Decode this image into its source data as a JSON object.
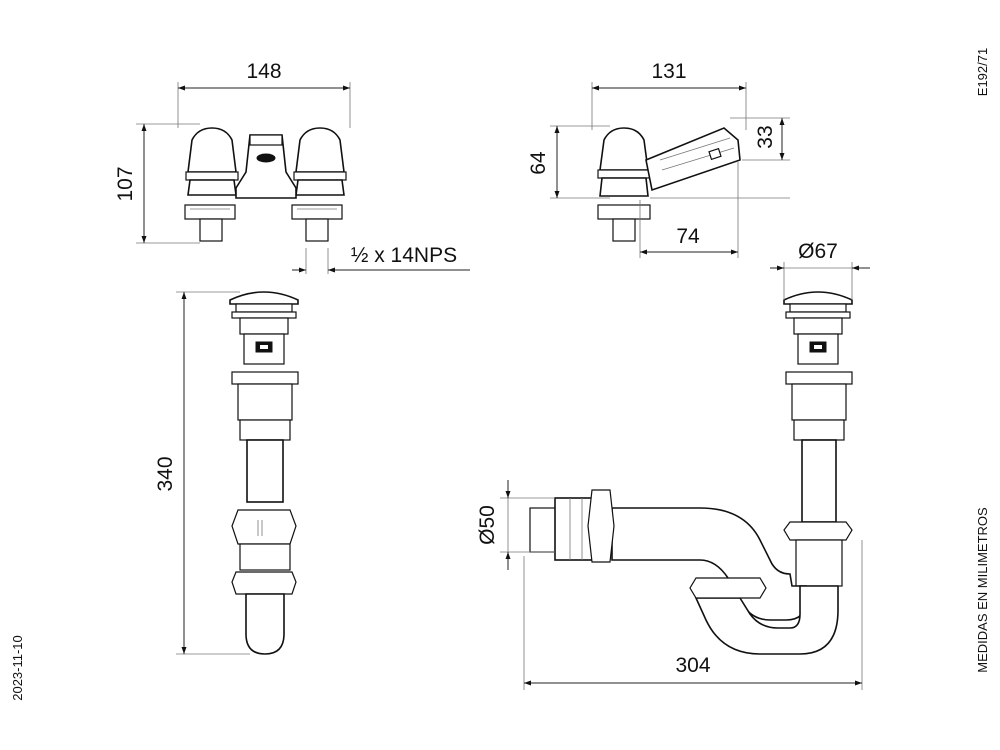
{
  "dimensions": {
    "faucet_front_width": "148",
    "faucet_front_height": "107",
    "faucet_side_width": "131",
    "faucet_side_height": "64",
    "faucet_spout_drop": "33",
    "faucet_spout_reach": "74",
    "thread": "½ x 14NPS",
    "drain_length": "340",
    "trap_diameter_top": "Ø67",
    "trap_outlet_diameter": "Ø50",
    "trap_width": "304"
  },
  "side_labels": {
    "code": "E192/71",
    "date": "2023-11-10",
    "units": "MEDIDAS EN MILIMETROS"
  },
  "colors": {
    "line": "#111111",
    "background": "#ffffff"
  }
}
